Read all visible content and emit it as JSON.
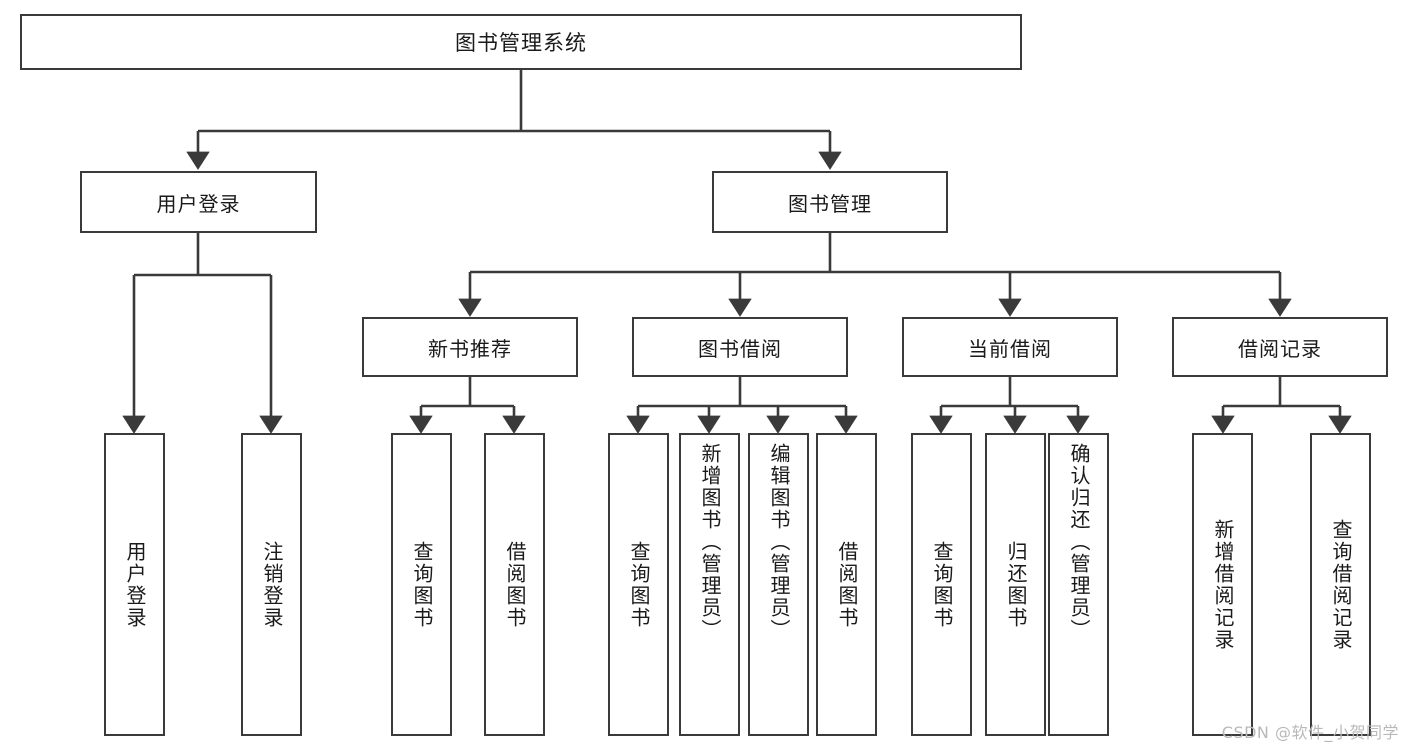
{
  "diagram": {
    "title": "图书管理系统",
    "watermark": "CSDN @软件_小贺同学",
    "line_color": "#3a3a3a",
    "box_fill": "#ffffff",
    "text_color": "#1a1a1a",
    "watermark_color": "#b9b9b9",
    "type": "tree",
    "nodes": {
      "root": {
        "label": "图书管理系统",
        "level": 1
      },
      "l2": [
        {
          "id": "user-login",
          "label": "用户登录",
          "level": 2
        },
        {
          "id": "book-manage",
          "label": "图书管理",
          "level": 2
        }
      ],
      "l3": [
        {
          "id": "new-book-rec",
          "label": "新书推荐",
          "level": 3,
          "parent": "book-manage"
        },
        {
          "id": "book-borrow",
          "label": "图书借阅",
          "level": 3,
          "parent": "book-manage"
        },
        {
          "id": "current-borrow",
          "label": "当前借阅",
          "level": 3,
          "parent": "book-manage"
        },
        {
          "id": "borrow-record",
          "label": "借阅记录",
          "level": 3,
          "parent": "book-manage"
        }
      ],
      "leaves": [
        {
          "id": "leaf-user-login",
          "label": "用户登录",
          "parent": "user-login"
        },
        {
          "id": "leaf-logout-login",
          "label": "注销登录",
          "parent": "user-login"
        },
        {
          "id": "leaf-query-book-1",
          "label": "查询图书",
          "parent": "new-book-rec"
        },
        {
          "id": "leaf-borrow-book-1",
          "label": "借阅图书",
          "parent": "new-book-rec"
        },
        {
          "id": "leaf-query-book-2",
          "label": "查询图书",
          "parent": "book-borrow"
        },
        {
          "id": "leaf-add-book",
          "label": "新增图书（管理员）",
          "parent": "book-borrow"
        },
        {
          "id": "leaf-edit-book",
          "label": "编辑图书（管理员）",
          "parent": "book-borrow"
        },
        {
          "id": "leaf-borrow-book-2",
          "label": "借阅图书",
          "parent": "book-borrow"
        },
        {
          "id": "leaf-query-book-3",
          "label": "查询图书",
          "parent": "current-borrow"
        },
        {
          "id": "leaf-return-book",
          "label": "归还图书",
          "parent": "current-borrow"
        },
        {
          "id": "leaf-confirm-return",
          "label": "确认归还（管理员）",
          "parent": "current-borrow"
        },
        {
          "id": "leaf-add-record",
          "label": "新增借阅记录",
          "parent": "borrow-record"
        },
        {
          "id": "leaf-query-record",
          "label": "查询借阅记录",
          "parent": "borrow-record"
        }
      ]
    }
  }
}
